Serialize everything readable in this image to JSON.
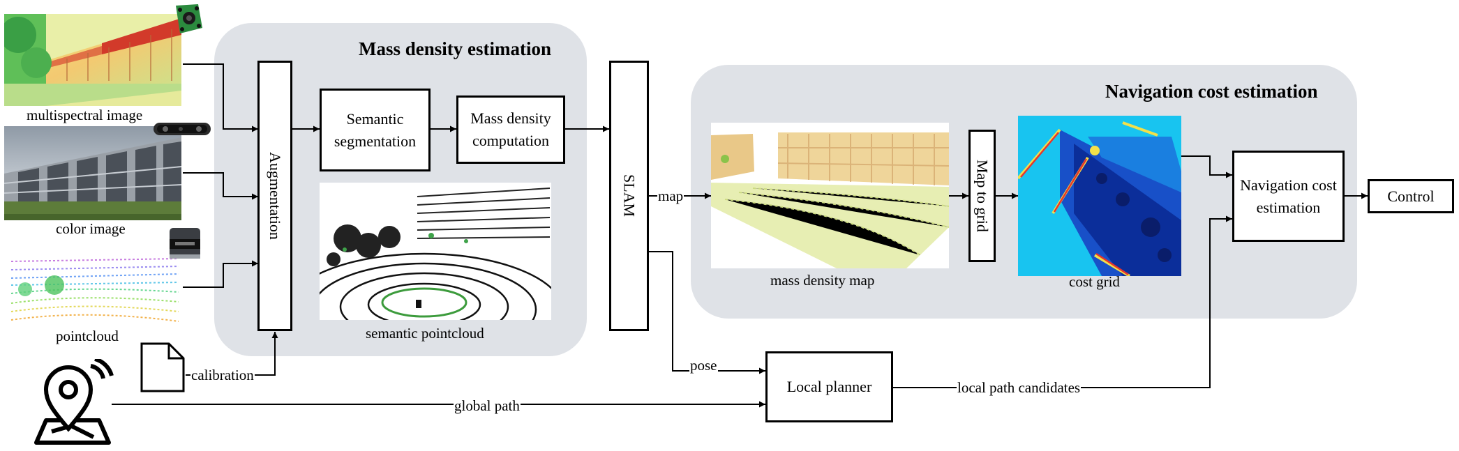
{
  "panels": {
    "mass_density": {
      "title": "Mass density estimation"
    },
    "navigation_cost": {
      "title": "Navigation cost estimation"
    }
  },
  "inputs": {
    "multispectral": {
      "label": "multispectral image"
    },
    "color": {
      "label": "color image"
    },
    "pointcloud": {
      "label": "pointcloud"
    }
  },
  "blocks": {
    "augmentation": "Augmentation",
    "semantic_segmentation_line1": "Semantic",
    "semantic_segmentation_line2": "segmentation",
    "mass_density_computation_line1": "Mass density",
    "mass_density_computation_line2": "computation",
    "slam": "SLAM",
    "map_to_grid": "Map to grid",
    "navigation_cost_line1": "Navigation cost",
    "navigation_cost_line2": "estimation",
    "control": "Control",
    "local_planner": "Local planner"
  },
  "captions": {
    "semantic_pointcloud": "semantic pointcloud",
    "mass_density_map": "mass density map",
    "cost_grid": "cost grid"
  },
  "edges": {
    "calibration": "calibration",
    "map": "map",
    "pose": "pose",
    "global_path": "global path",
    "local_path_candidates": "local path candidates"
  },
  "colors": {
    "panel_background": "#dfe2e7",
    "line": "#000000"
  }
}
